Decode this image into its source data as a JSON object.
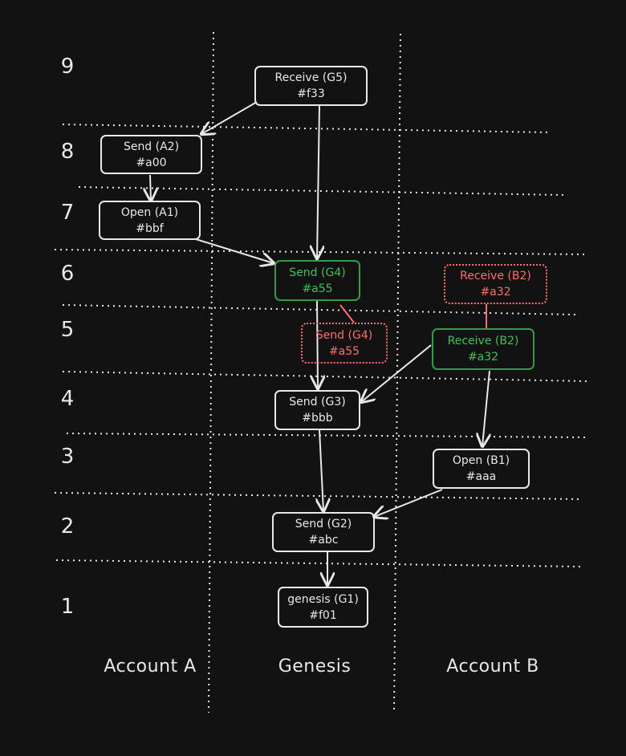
{
  "rows": [
    "9",
    "8",
    "7",
    "6",
    "5",
    "4",
    "3",
    "2",
    "1"
  ],
  "columns": {
    "account_a": "Account A",
    "genesis": "Genesis",
    "account_b": "Account B"
  },
  "nodes": {
    "receive_g5": {
      "title": "Receive (G5)",
      "hash": "#f33"
    },
    "send_a2": {
      "title": "Send (A2)",
      "hash": "#a00"
    },
    "open_a1": {
      "title": "Open (A1)",
      "hash": "#bbf"
    },
    "send_g4": {
      "title": "Send (G4)",
      "hash": "#a55"
    },
    "send_g4_old": {
      "title": "Send (G4)",
      "hash": "#a55"
    },
    "receive_b2_old": {
      "title": "Receive (B2)",
      "hash": "#a32"
    },
    "receive_b2": {
      "title": "Receive (B2)",
      "hash": "#a32"
    },
    "send_g3": {
      "title": "Send (G3)",
      "hash": "#bbb"
    },
    "open_b1": {
      "title": "Open (B1)",
      "hash": "#aaa"
    },
    "send_g2": {
      "title": "Send (G2)",
      "hash": "#abc"
    },
    "genesis_g1": {
      "title": "genesis (G1)",
      "hash": "#f01"
    }
  },
  "colors": {
    "background": "#121212",
    "stroke": "#e8e8e8",
    "green": "#40c057",
    "red": "#ff6b6b"
  }
}
